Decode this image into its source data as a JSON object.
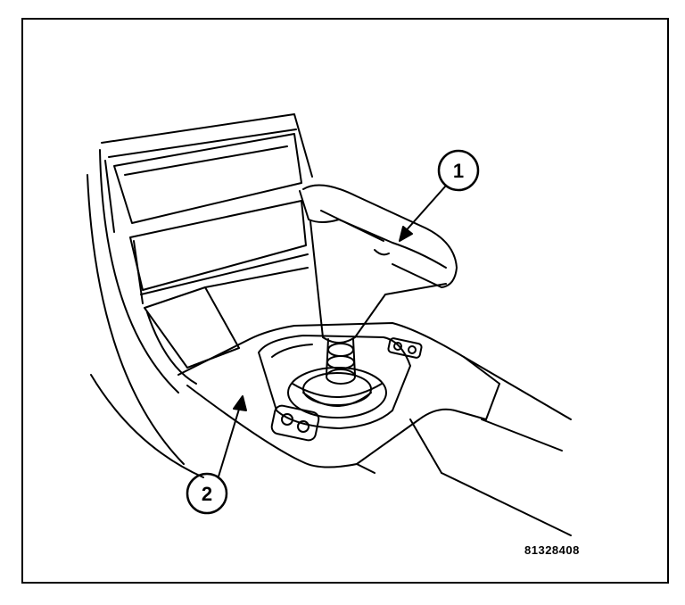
{
  "callouts": [
    {
      "number": "1"
    },
    {
      "number": "2"
    }
  ],
  "figure_id": "81328408",
  "colors": {
    "line": "#000000",
    "background": "#ffffff"
  }
}
